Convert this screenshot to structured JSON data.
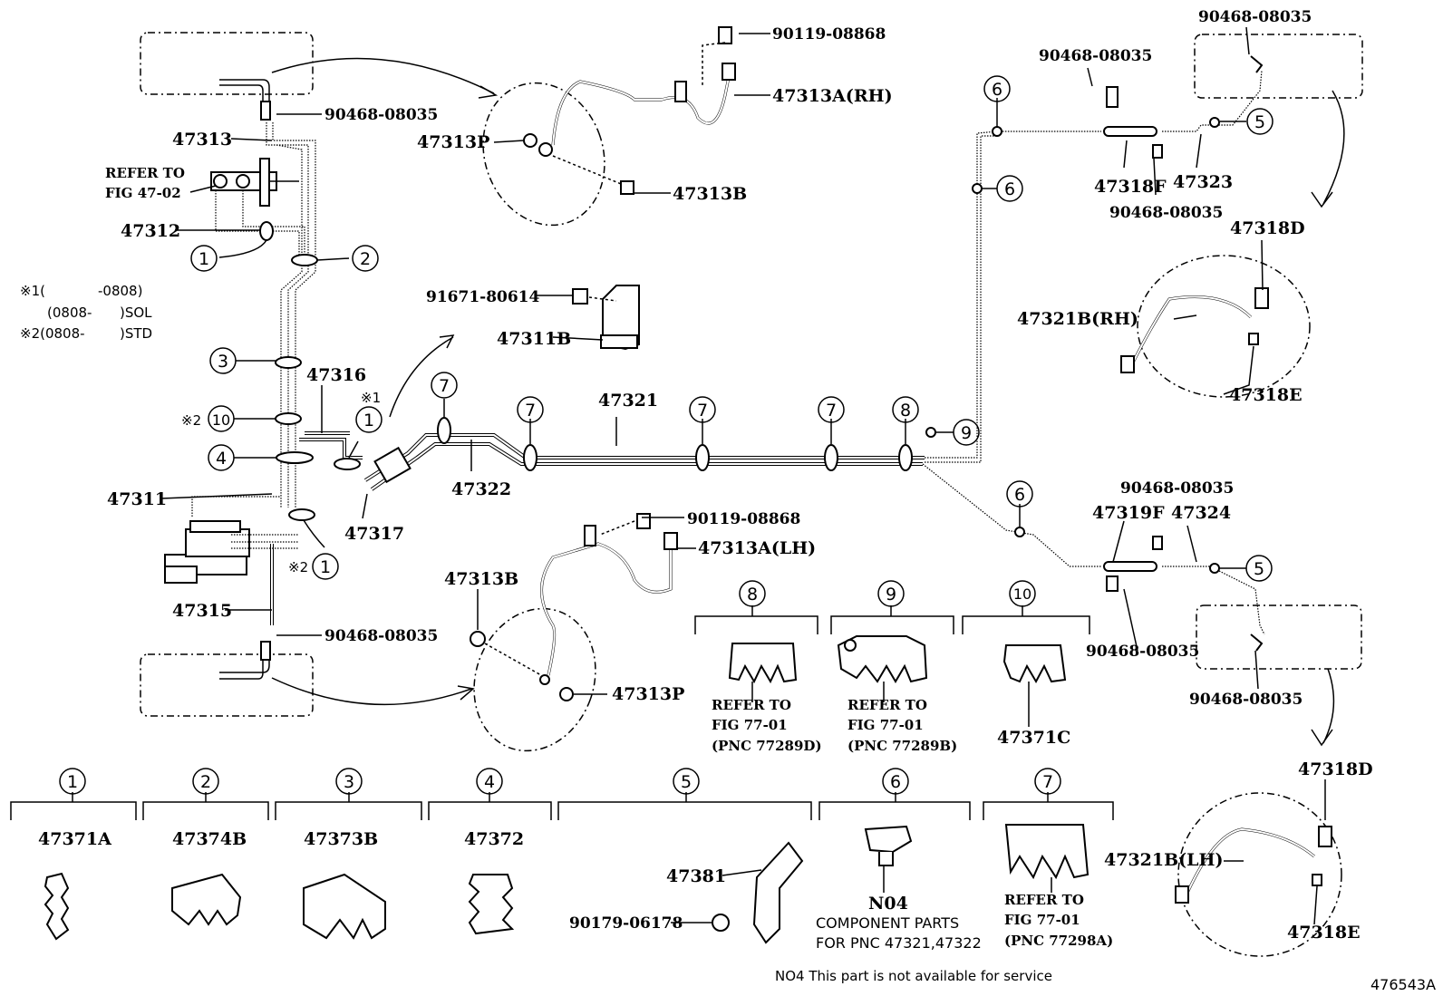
{
  "diagram_code": "476543A",
  "notes": {
    "n1_label": "※1(",
    "n1_range": "-0808)",
    "n1b_range": "(0808-",
    "n1b_code": ")SOL",
    "n2_label": "※2(0808-",
    "n2_code": ")STD"
  },
  "refer_47_02": [
    "REFER TO",
    "FIG 47-02"
  ],
  "labels": {
    "p90119_top": "90119-08868",
    "p47313A_rh": "47313A(RH)",
    "p90468_a": "90468-08035",
    "p47313": "47313",
    "p47313P_top": "47313P",
    "p47313B_top": "47313B",
    "p47312": "47312",
    "p91671": "91671-80614",
    "p47311B": "47311B",
    "p47316": "47316",
    "mark_x1": "※1",
    "mark_x2a": "※2",
    "mark_x2b": "※2",
    "p47321": "47321",
    "p47322": "47322",
    "p47311": "47311",
    "p47317": "47317",
    "p90119_mid": "90119-08868",
    "p47313A_lh": "47313A(LH)",
    "p47313B_bot": "47313B",
    "p47315": "47315",
    "p90468_b": "90468-08035",
    "p47313P_bot": "47313P",
    "p90468_c": "90468-08035",
    "p90468_d": "90468-08035",
    "p47318F": "47318F",
    "p47323": "47323",
    "p90468_e": "90468-08035",
    "p47318D_top": "47318D",
    "p47321B_rh": "47321B(RH)",
    "p47318E_top": "47318E",
    "p90468_f": "90468-08035",
    "p47319F": "47319F",
    "p47324": "47324",
    "p90468_g": "90468-08035",
    "p90468_h": "90468-08035",
    "p47318D_bot": "47318D",
    "p47321B_lh": "47321B(LH)",
    "p47318E_bot": "47318E",
    "p47371C": "47371C"
  },
  "circled": [
    "1",
    "2",
    "3",
    "4",
    "5",
    "6",
    "7",
    "8",
    "9",
    "10"
  ],
  "refer_77289d": [
    "REFER TO",
    "FIG 77-01",
    "(PNC 77289D)"
  ],
  "refer_77289b": [
    "REFER TO",
    "FIG 77-01",
    "(PNC 77289B)"
  ],
  "legend": {
    "g1": "47371A",
    "g2": "47374B",
    "g3": "47373B",
    "g4": "47372",
    "g5a": "47381",
    "g5b": "90179-06178",
    "g6": "N04",
    "g6_desc": [
      "COMPONENT PARTS",
      "FOR PNC 47321,47322"
    ],
    "g7_refer": [
      "REFER TO",
      "FIG 77-01",
      "(PNC 77298A)"
    ]
  },
  "footnote": "NO4  This part is not available for service"
}
